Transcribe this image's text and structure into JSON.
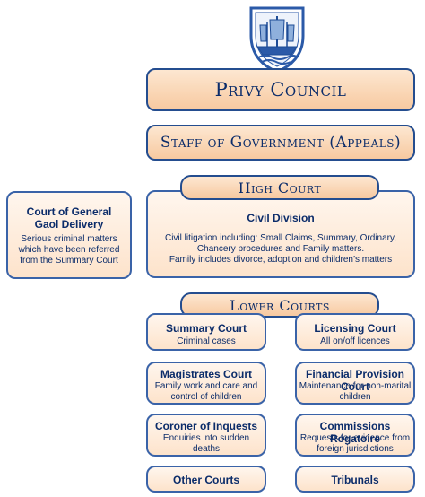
{
  "top": {
    "privy_council": "Privy Council",
    "staff_of_government": "Staff of Government (Appeals)"
  },
  "high_court": {
    "label": "High Court",
    "civil_division": {
      "title": "Civil Division",
      "line1": "Civil litigation including: Small Claims, Summary, Ordinary,",
      "line2": "Chancery procedures and Family matters.",
      "line3": "Family includes divorce, adoption and children’s matters"
    }
  },
  "gaol_delivery": {
    "title_line1": "Court of General",
    "title_line2": "Gaol Delivery",
    "line1": "Serious criminal matters",
    "line2": "which have been referred",
    "line3": "from the Summary Court"
  },
  "lower_courts": {
    "label": "Lower Courts",
    "left": [
      {
        "title": "Summary Court",
        "line1": "Criminal cases",
        "line2": ""
      },
      {
        "title": "Magistrates Court",
        "line1": "Family work and care and",
        "line2": "control of children"
      },
      {
        "title": "Coroner of Inquests",
        "line1": "Enquiries into sudden",
        "line2": "deaths"
      },
      {
        "title": "Other Courts",
        "line1": "",
        "line2": ""
      }
    ],
    "right": [
      {
        "title": "Licensing Court",
        "line1": "All on/off licences",
        "line2": ""
      },
      {
        "title": "Financial Provision Court",
        "line1": "Maintenance for non-marital",
        "line2": "children"
      },
      {
        "title": "Commissions Rogatoire",
        "line1": "Requests for evidence from",
        "line2": "foreign jurisdictions"
      },
      {
        "title": "Tribunals",
        "line1": "",
        "line2": ""
      }
    ]
  },
  "colors": {
    "border": "#244d8f",
    "text": "#0b2c6a",
    "fill_dark": "#f7c9a0",
    "fill_light": "#fde3cb"
  }
}
